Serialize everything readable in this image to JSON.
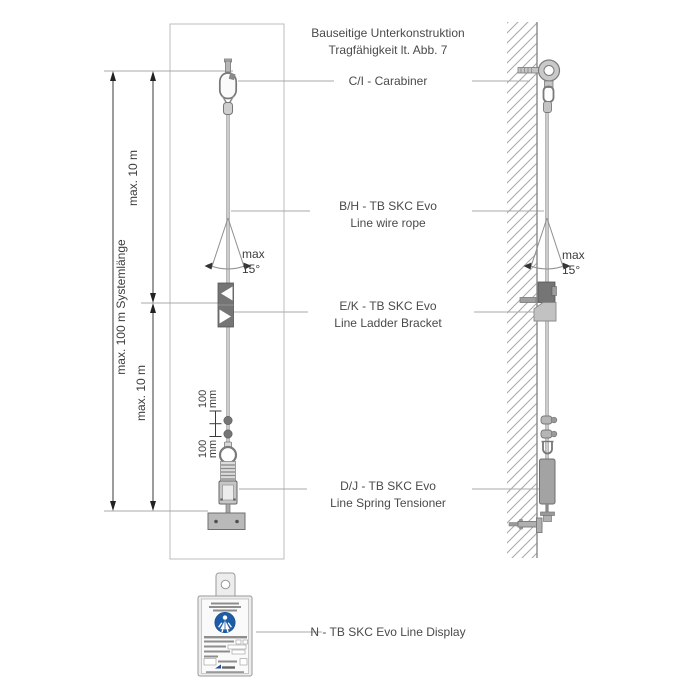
{
  "colors": {
    "background": "#ffffff",
    "line_gray": "#8f8f8f",
    "leader_gray": "#a8a8a8",
    "dimension_black": "#2b2b2b",
    "text_gray": "#4a4a4a",
    "part_dark": "#757575",
    "part_light": "#c6c6c6",
    "pictogram_blue": "#1d5da7"
  },
  "header": {
    "line1": "Bauseitige Unterkonstruktion",
    "line2": "Tragfähigkeit lt. Abb. 7"
  },
  "callouts": {
    "carabiner": {
      "line1": "C/I - Carabiner"
    },
    "wire_rope": {
      "line1": "B/H - TB SKC Evo",
      "line2": "Line wire rope"
    },
    "ladder_bracket": {
      "line1": "E/K - TB SKC Evo",
      "line2": "Line Ladder Bracket"
    },
    "spring_tensioner": {
      "line1": "D/J - TB SKC Evo",
      "line2": "Line Spring Tensioner"
    },
    "line_display": {
      "line1": "N - TB SKC Evo Line Display"
    }
  },
  "dimensions": {
    "system_length": "max. 100 m Systemlänge",
    "segment_top": "max. 10 m",
    "segment_bottom": "max. 10 m",
    "angle_label": "max",
    "angle_value": "15°",
    "offset_value": "100",
    "offset_unit": "mm"
  }
}
